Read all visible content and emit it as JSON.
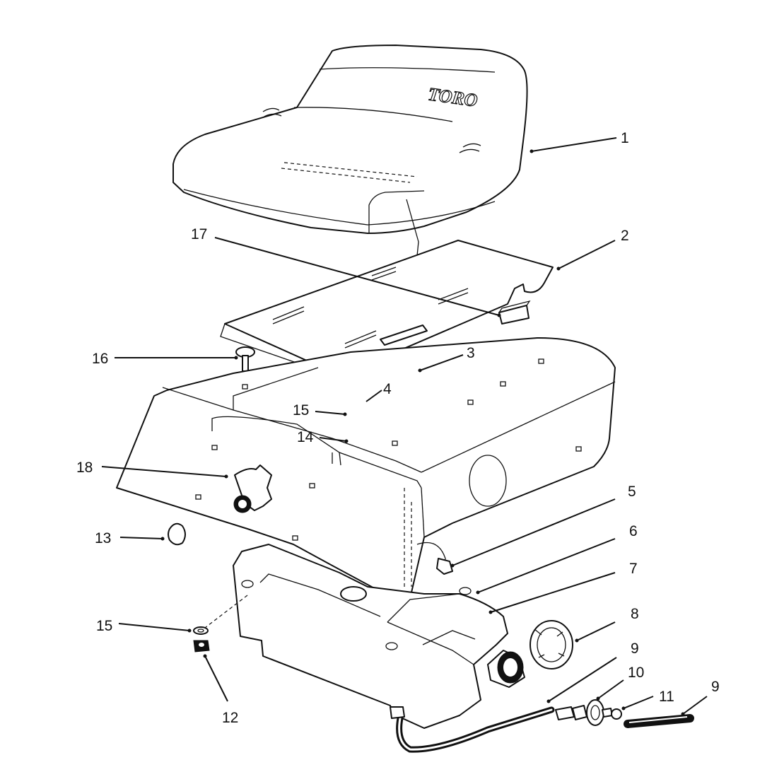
{
  "diagram": {
    "brand_mark": "TORO",
    "callouts": [
      "1",
      "2",
      "3",
      "4",
      "5",
      "6",
      "7",
      "8",
      "9",
      "10",
      "11",
      "9",
      "12",
      "13",
      "14",
      "15",
      "15",
      "16",
      "17",
      "18"
    ]
  }
}
